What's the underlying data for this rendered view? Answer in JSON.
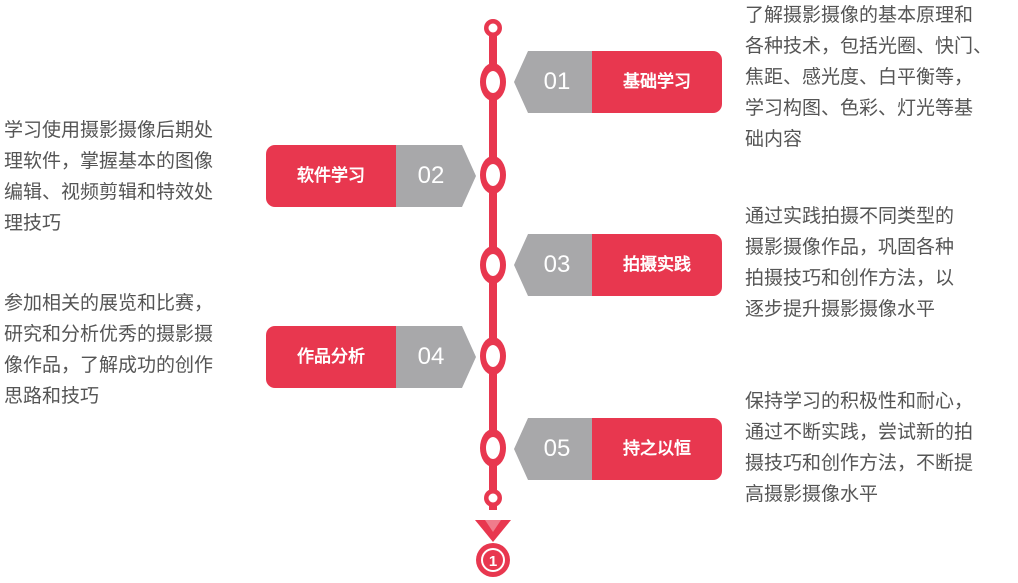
{
  "steps": [
    {
      "num": "01",
      "label": "基础学习",
      "side": "right",
      "desc": [
        "了解摄影摄像的基本原理和",
        "各种技术，包括光圈、快门、",
        "焦距、感光度、白平衡等，",
        "学习构图、色彩、灯光等基",
        "础内容"
      ]
    },
    {
      "num": "02",
      "label": "软件学习",
      "side": "left",
      "desc": [
        "学习使用摄影摄像后期处",
        "理软件，掌握基本的图像",
        "编辑、视频剪辑和特效处",
        "理技巧"
      ]
    },
    {
      "num": "03",
      "label": "拍摄实践",
      "side": "right",
      "desc": [
        "通过实践拍摄不同类型的",
        "摄影摄像作品，巩固各种",
        "拍摄技巧和创作方法，以",
        "逐步提升摄影摄像水平"
      ]
    },
    {
      "num": "04",
      "label": "作品分析",
      "side": "left",
      "desc": [
        "参加相关的展览和比赛，",
        "研究和分析优秀的摄影摄",
        "像作品，了解成功的创作",
        "思路和技巧"
      ]
    },
    {
      "num": "05",
      "label": "持之以恒",
      "side": "right",
      "desc": [
        "保持学习的积极性和耐心，",
        "通过不断实践，尝试新的拍",
        "摄技巧和创作方法，不断提",
        "高摄影摄像水平"
      ]
    }
  ],
  "medal": {
    "number": "1"
  },
  "colors": {
    "accent": "#e8374f",
    "number_bg": "#a8a8aa",
    "text": "#555555"
  }
}
